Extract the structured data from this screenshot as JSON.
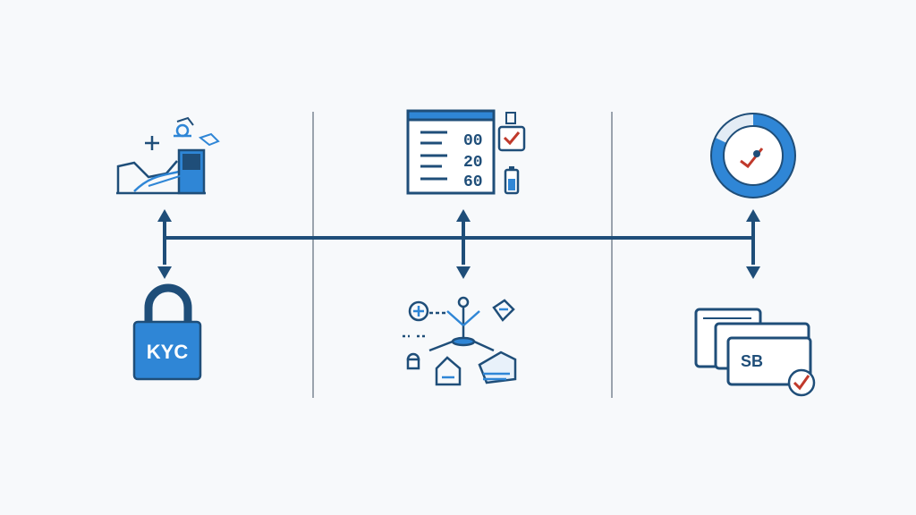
{
  "colors": {
    "background": "#f7f9fb",
    "line": "#1f4e79",
    "accent_blue": "#2f86d6",
    "divider": "#9aa3ad",
    "check_red": "#c0392b"
  },
  "columns": [
    {
      "top_icon": "landscape-tower-icon",
      "bottom_icon": "padlock-icon",
      "bottom_label": "KYC"
    },
    {
      "top_icon": "form-window-icon",
      "top_values": [
        "00",
        "20",
        "60"
      ],
      "bottom_icon": "network-nodes-icon"
    },
    {
      "top_icon": "donut-ring-icon",
      "bottom_icon": "cards-icon",
      "bottom_label": "SB"
    }
  ]
}
